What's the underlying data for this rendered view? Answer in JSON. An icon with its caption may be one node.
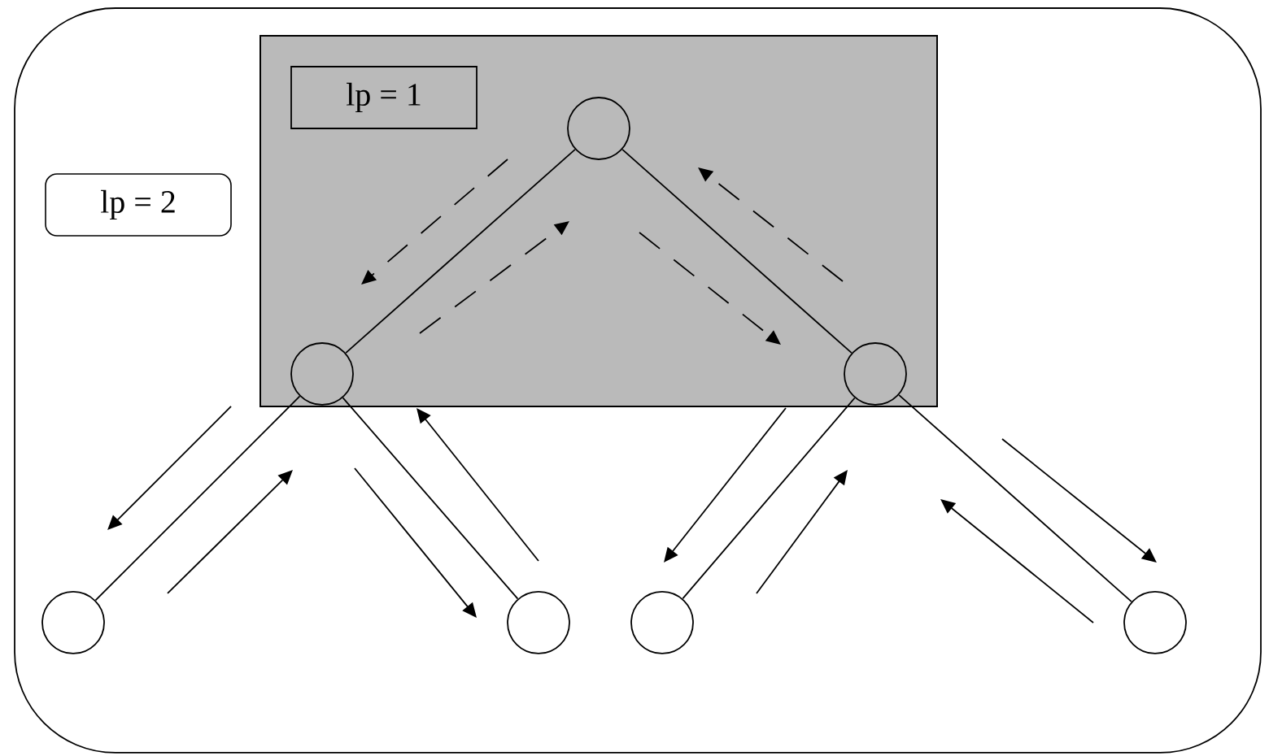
{
  "diagram": {
    "nodes": [
      {
        "text": [],
        "shape": "box"
      },
      {
        "text": [
          "lp = 2"
        ],
        "in": 0
      },
      {
        "text": [],
        "shape": "box",
        "in": 0
      },
      {
        "text": [
          "lp = 1"
        ],
        "in": 2
      },
      {
        "text": [],
        "shape": "circle",
        "in": 2
      },
      {
        "text": [],
        "shape": "circle",
        "in": 2
      },
      {
        "text": [],
        "shape": "circle",
        "in": 2
      },
      {
        "text": [],
        "shape": "circle",
        "in": 0
      },
      {
        "text": [],
        "shape": "circle",
        "in": 0
      },
      {
        "text": [],
        "shape": "circle",
        "in": 0
      },
      {
        "text": [],
        "shape": "circle",
        "in": 0
      }
    ],
    "edges": [
      {
        "from": 4,
        "to": 5,
        "arrow": "none"
      },
      {
        "from": 4,
        "to": 6,
        "arrow": "none"
      },
      {
        "from": 5,
        "to": 7,
        "arrow": "none"
      },
      {
        "from": 5,
        "to": 8,
        "arrow": "none"
      },
      {
        "from": 6,
        "to": 9,
        "arrow": "none"
      },
      {
        "from": 6,
        "to": 10,
        "arrow": "none"
      }
    ]
  }
}
